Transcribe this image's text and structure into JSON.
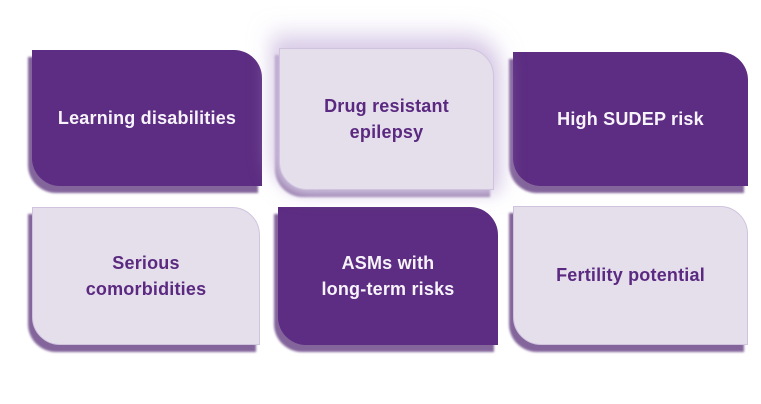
{
  "colors": {
    "dark_purple_fill": "#5C2D82",
    "light_lavender_fill": "#E5DFEC",
    "dark_text": "#5B2A80",
    "light_text": "#F7F3FA",
    "shadow": "#4E2371",
    "background": "#FFFFFF"
  },
  "diagram": {
    "description": "Six rounded-diagonal-corner boxes in a 3x2 grid around drug resistant epilepsy factors",
    "boxes": [
      {
        "id": "learning-disabilities",
        "label": "Learning disabilities",
        "variant": "dark",
        "emphasized": false
      },
      {
        "id": "drug-resistant-epilepsy",
        "label": "Drug resistant\nepilepsy",
        "variant": "light",
        "emphasized": true
      },
      {
        "id": "high-sudep-risk",
        "label": "High SUDEP risk",
        "variant": "dark",
        "emphasized": false
      },
      {
        "id": "serious-comorbidities",
        "label": "Serious comorbidities",
        "variant": "light",
        "emphasized": false
      },
      {
        "id": "asms-long-term-risks",
        "label": "ASMs with\nlong-term risks",
        "variant": "dark",
        "emphasized": false
      },
      {
        "id": "fertility-potential",
        "label": "Fertility potential",
        "variant": "light",
        "emphasized": false
      }
    ]
  }
}
